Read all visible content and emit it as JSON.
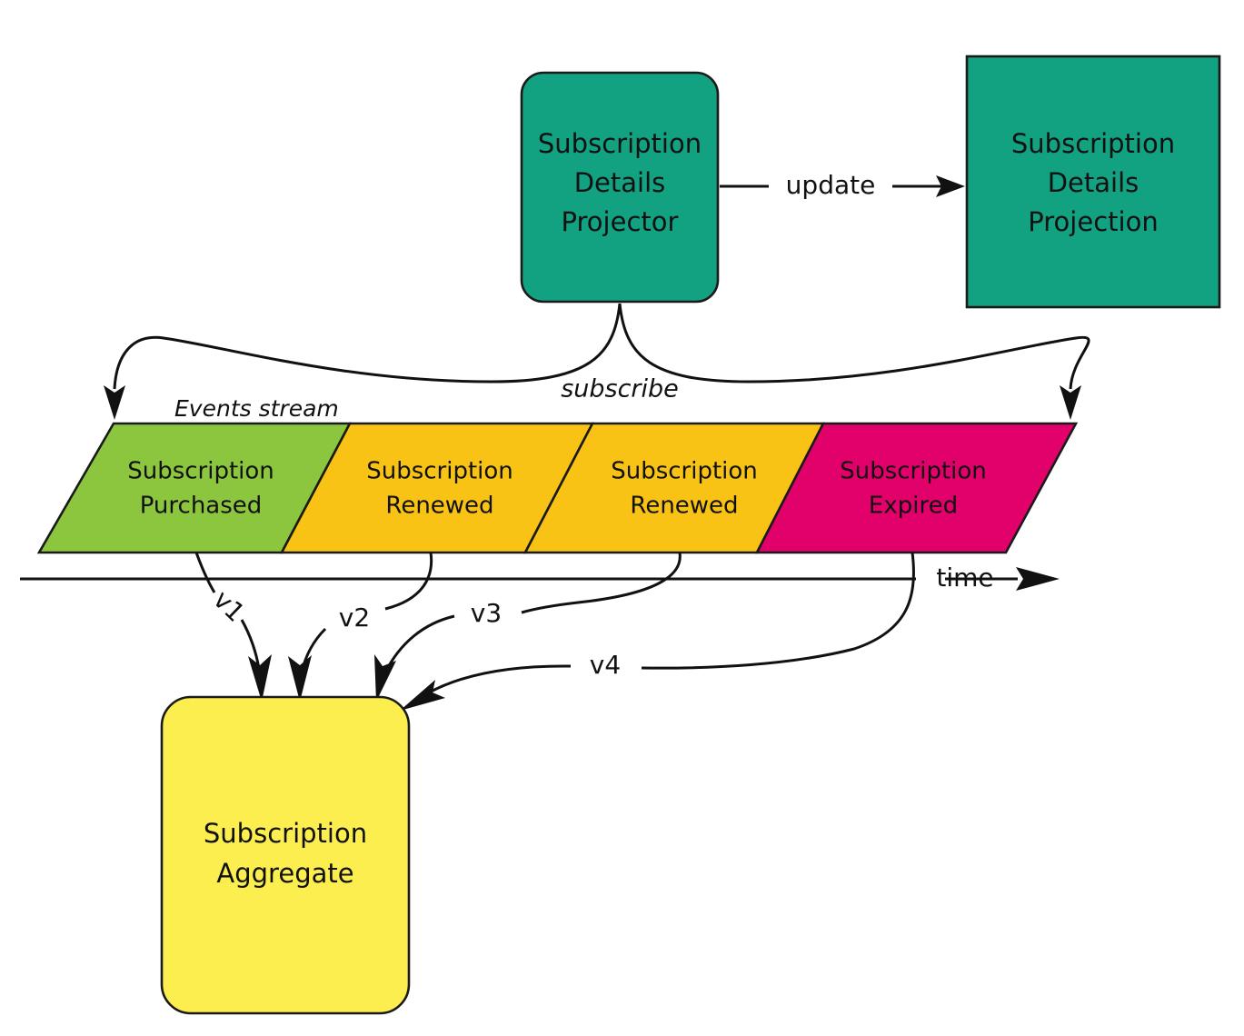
{
  "diagram": {
    "title": "Event sourcing: subscription aggregate and projection",
    "background": "#ffffff",
    "stroke_color": "#111111",
    "nodes": {
      "projector": {
        "label_lines": [
          "Subscription",
          "Details",
          "Projector"
        ],
        "line1": "Subscription",
        "line2": "Details",
        "line3": "Projector",
        "fill": "#12A181",
        "shape": "rounded-rectangle"
      },
      "projection": {
        "label_lines": [
          "Subscription",
          "Details",
          "Projection"
        ],
        "line1": "Subscription",
        "line2": "Details",
        "line3": "Projection",
        "fill": "#12A181",
        "shape": "rectangle"
      },
      "aggregate": {
        "label_lines": [
          "Subscription",
          "Aggregate"
        ],
        "line1": "Subscription",
        "line2": "Aggregate",
        "fill": "#FCEE4F",
        "shape": "rounded-rectangle"
      }
    },
    "stream": {
      "caption": "Events stream",
      "events": [
        {
          "line1": "Subscription",
          "line2": "Purchased",
          "fill": "#8CC63F",
          "version": "v1"
        },
        {
          "line1": "Subscription",
          "line2": "Renewed",
          "fill": "#F9C316",
          "version": "v2"
        },
        {
          "line1": "Subscription",
          "line2": "Renewed",
          "fill": "#F9C316",
          "version": "v3"
        },
        {
          "line1": "Subscription",
          "line2": "Expired",
          "fill": "#E2006A",
          "version": "v4"
        }
      ]
    },
    "axis": {
      "label": "time"
    },
    "edges": {
      "update": "update",
      "subscribe": "subscribe",
      "v1": "v1",
      "v2": "v2",
      "v3": "v3",
      "v4": "v4"
    }
  }
}
